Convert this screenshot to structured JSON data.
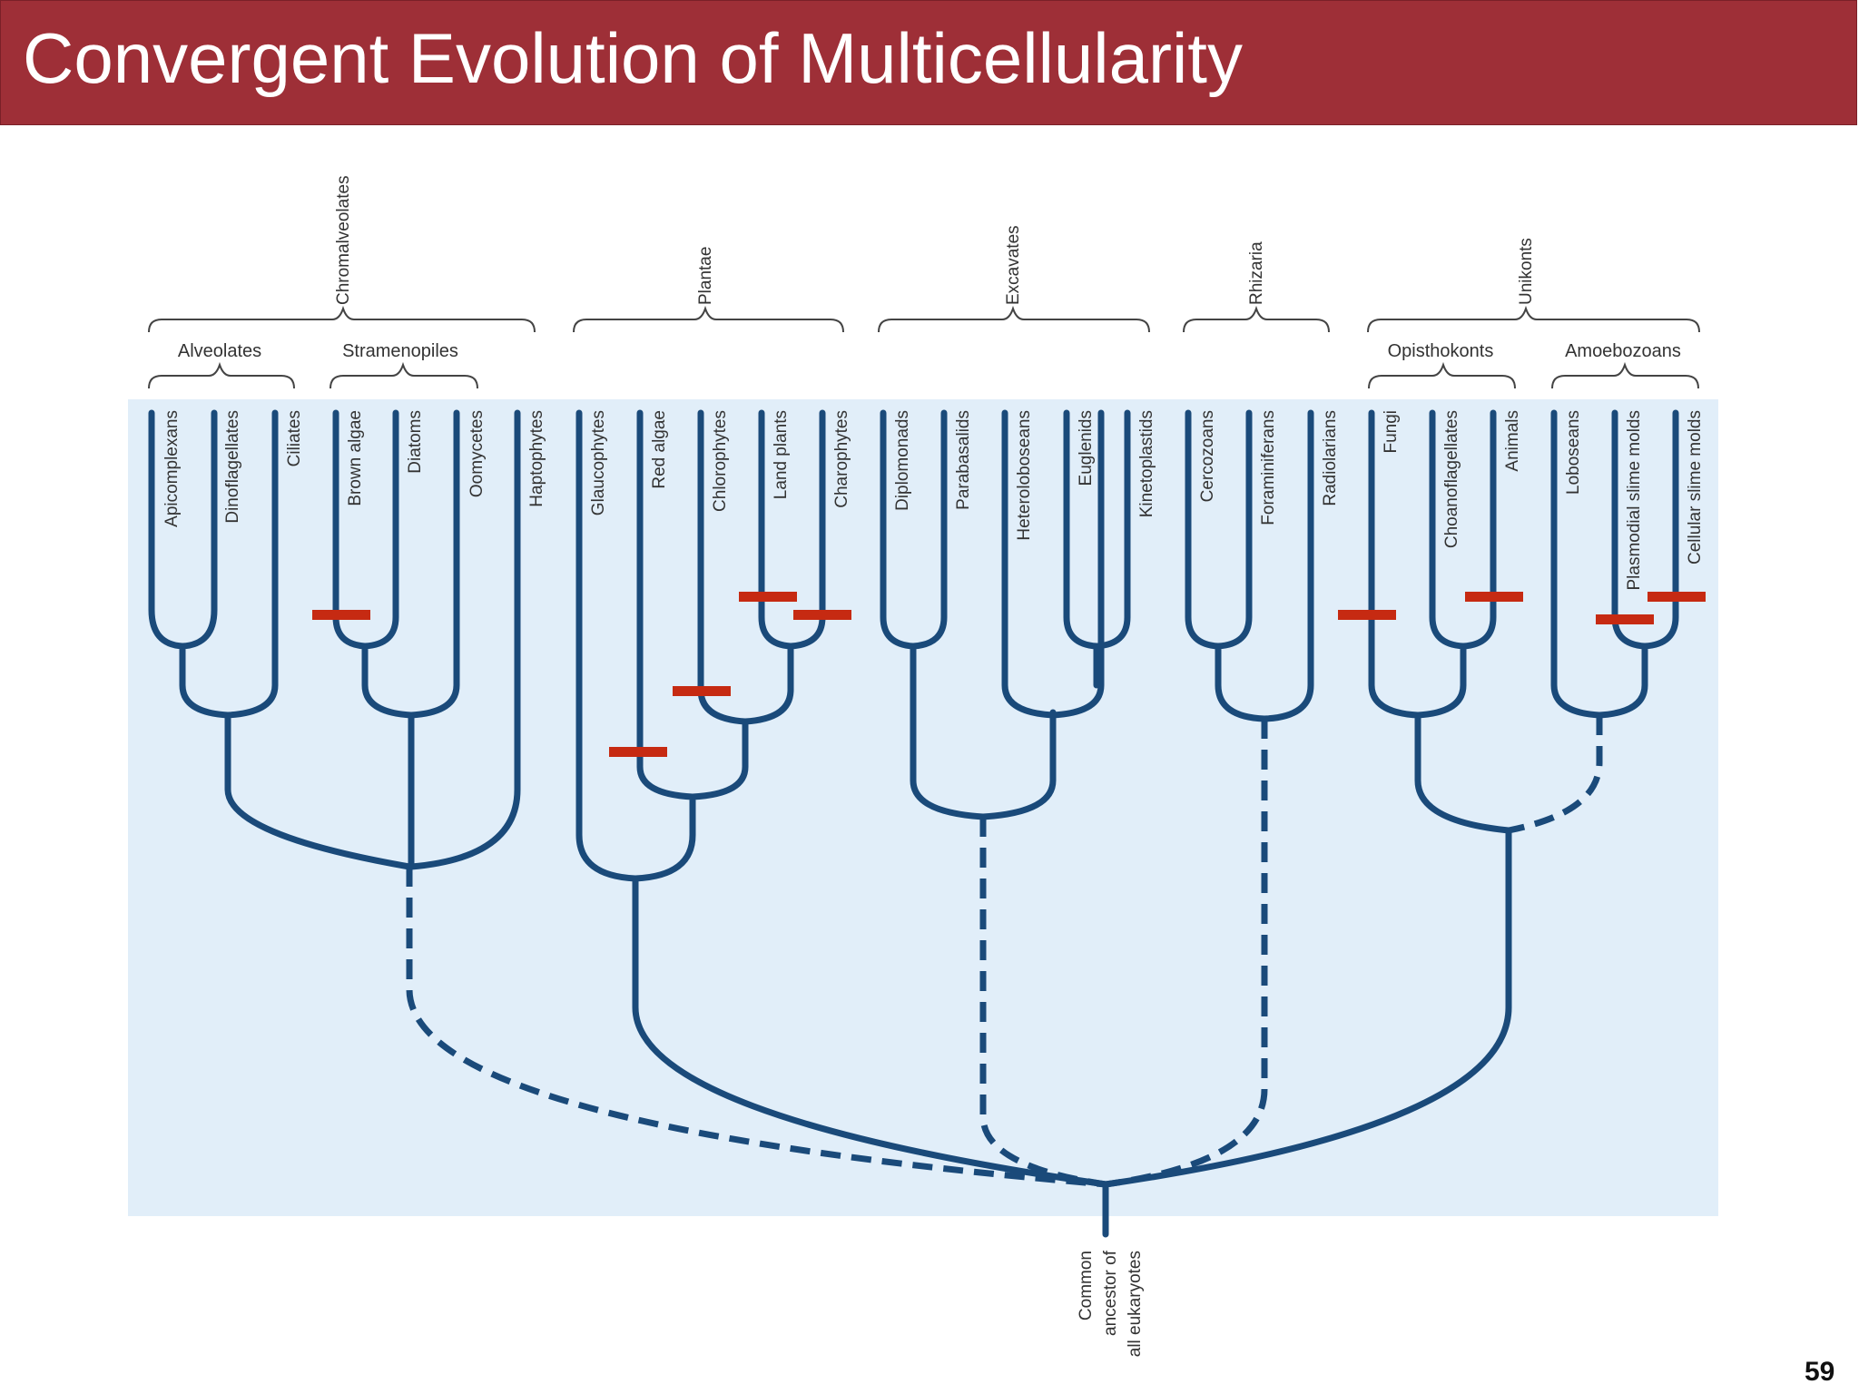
{
  "slide": {
    "title": "Convergent Evolution of Multicellularity",
    "page_number": "59"
  },
  "colors": {
    "title_bar": "#9e2f37",
    "panel_background": "#e1eef9",
    "branch": "#1a4a7a",
    "multicellular_marker": "#c62a12",
    "label_text": "#333333"
  },
  "supergroups": [
    "Chromalveolates",
    "Plantae",
    "Excavates",
    "Rhizaria",
    "Unikonts"
  ],
  "subgroups": [
    "Alveolates",
    "Stramenopiles",
    "Opisthokonts",
    "Amoebozoans"
  ],
  "taxa": [
    "Apicomplexans",
    "Dinoflagellates",
    "Ciliates",
    "Brown algae",
    "Diatoms",
    "Oomycetes",
    "Haptophytes",
    "Glaucophytes",
    "Red algae",
    "Chlorophytes",
    "Land plants",
    "Charophytes",
    "Diplomonads",
    "Parabasalids",
    "Heteroloboseans",
    "Euglenids",
    "Kinetoplastids",
    "Cercozoans",
    "Foraminiferans",
    "Radiolarians",
    "Fungi",
    "Choanoflagellates",
    "Animals",
    "Loboseans",
    "Plasmodial slime molds",
    "Cellular slime molds"
  ],
  "multicellular_lineages": [
    "Brown algae",
    "Red algae",
    "Chlorophytes",
    "Land plants",
    "Charophytes",
    "Fungi",
    "Animals",
    "Plasmodial slime molds",
    "Cellular slime molds"
  ],
  "root_label": [
    "Common",
    "ancestor of",
    "all eukaryotes"
  ]
}
